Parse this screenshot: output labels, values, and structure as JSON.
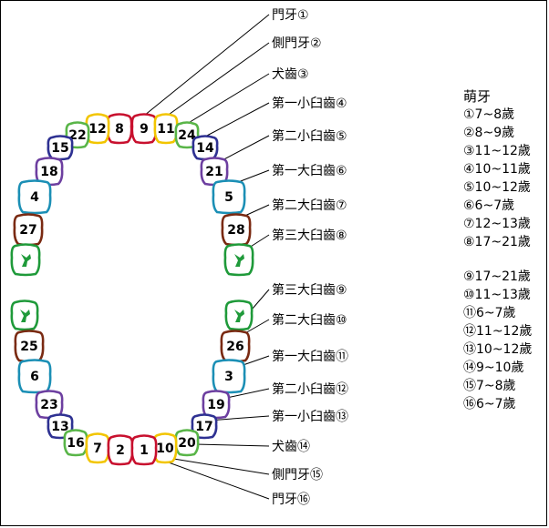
{
  "labels_upper": [
    {
      "text": "門牙①"
    },
    {
      "text": "側門牙②"
    },
    {
      "text": "犬齒③"
    },
    {
      "text": "第一小臼齒④"
    },
    {
      "text": "第二小臼齒⑤"
    },
    {
      "text": "第一大臼齒⑥"
    },
    {
      "text": "第二大臼齒⑦"
    },
    {
      "text": "第三大臼齒⑧"
    }
  ],
  "labels_lower": [
    {
      "text": "第三大臼齒⑨"
    },
    {
      "text": "第二大臼齒⑩"
    },
    {
      "text": "第一大臼齒⑪"
    },
    {
      "text": "第二小臼齒⑫"
    },
    {
      "text": "第一小臼齒⑬"
    },
    {
      "text": "犬齒⑭"
    },
    {
      "text": "側門牙⑮"
    },
    {
      "text": "門牙⑯"
    }
  ],
  "legend": {
    "title": "萌牙",
    "group1": [
      "①7~8歲",
      "②8~9歲",
      "③11~12歲",
      "④10~11歲",
      "⑤10~12歲",
      "⑥6~7歲",
      "⑦12~13歲",
      "⑧17~21歲"
    ],
    "group2": [
      "⑨17~21歲",
      "⑩11~13歲",
      "⑪6~7歲",
      "⑫11~12歲",
      "⑬10~12歲",
      "⑭9~10歲",
      "⑮7~8歲",
      "⑯6~7歲"
    ]
  },
  "colors": {
    "incisor": "#c8102e",
    "lateral": "#f2c500",
    "canine": "#59b548",
    "premolar1": "#2e3192",
    "premolar2": "#6d3fa0",
    "molar1": "#1b8fb5",
    "molar2": "#7a2a12",
    "molar3": "#1f9a3a"
  },
  "upper_teeth": [
    {
      "num": "8",
      "type": "incisor"
    },
    {
      "num": "9",
      "type": "incisor"
    },
    {
      "num": "12",
      "type": "lateral"
    },
    {
      "num": "11",
      "type": "lateral"
    },
    {
      "num": "22",
      "type": "canine"
    },
    {
      "num": "24",
      "type": "canine"
    },
    {
      "num": "15",
      "type": "premolar1"
    },
    {
      "num": "14",
      "type": "premolar1"
    },
    {
      "num": "18",
      "type": "premolar2"
    },
    {
      "num": "21",
      "type": "premolar2"
    },
    {
      "num": "4",
      "type": "molar1"
    },
    {
      "num": "5",
      "type": "molar1"
    },
    {
      "num": "27",
      "type": "molar2"
    },
    {
      "num": "28",
      "type": "molar2"
    },
    {
      "num": "",
      "type": "molar3"
    },
    {
      "num": "",
      "type": "molar3"
    }
  ],
  "lower_teeth": [
    {
      "num": "",
      "type": "molar3"
    },
    {
      "num": "",
      "type": "molar3"
    },
    {
      "num": "25",
      "type": "molar2"
    },
    {
      "num": "26",
      "type": "molar2"
    },
    {
      "num": "6",
      "type": "molar1"
    },
    {
      "num": "3",
      "type": "molar1"
    },
    {
      "num": "23",
      "type": "premolar2"
    },
    {
      "num": "19",
      "type": "premolar2"
    },
    {
      "num": "13",
      "type": "premolar1"
    },
    {
      "num": "17",
      "type": "premolar1"
    },
    {
      "num": "16",
      "type": "canine"
    },
    {
      "num": "20",
      "type": "canine"
    },
    {
      "num": "7",
      "type": "lateral"
    },
    {
      "num": "10",
      "type": "lateral"
    },
    {
      "num": "2",
      "type": "incisor"
    },
    {
      "num": "1",
      "type": "incisor"
    }
  ]
}
